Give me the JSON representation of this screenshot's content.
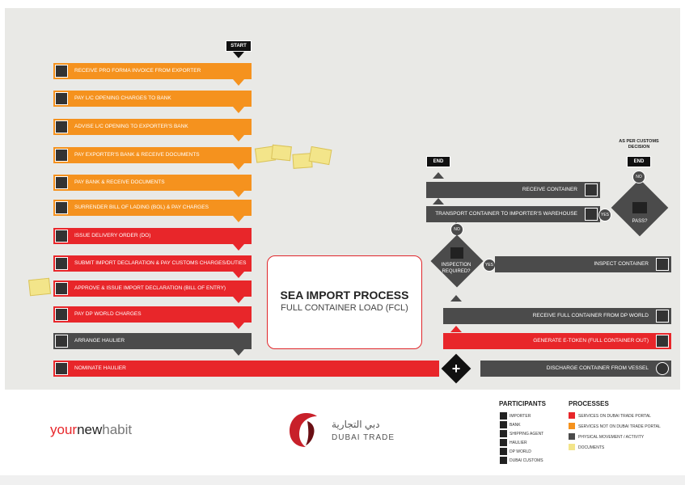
{
  "diagram": {
    "title": "SEA IMPORT PROCESS",
    "subtitle": "FULL CONTAINER LOAD (FCL)",
    "start_label": "START",
    "end_label": "END",
    "customs_decision_label": "AS PER CUSTOMS DECISION",
    "left_steps": [
      {
        "label": "RECEIVE PRO FORMA INVOICE FROM EXPORTER",
        "color": "orange",
        "icon": "importer-icon"
      },
      {
        "label": "PAY L/C OPENING CHARGES TO BANK",
        "color": "orange",
        "icon": "importer-icon"
      },
      {
        "label": "ADVISE L/C OPENING TO EXPORTER'S BANK",
        "color": "orange",
        "icon": "bank-icon"
      },
      {
        "label": "PAY EXPORTER'S BANK & RECEIVE DOCUMENTS",
        "color": "orange",
        "icon": "bank-icon"
      },
      {
        "label": "PAY BANK & RECEIVE DOCUMENTS",
        "color": "orange",
        "icon": "importer-icon"
      },
      {
        "label": "SURRENDER BILL OF LADING (BOL) & PAY CHARGES",
        "color": "orange",
        "icon": "importer-icon"
      },
      {
        "label": "ISSUE DELIVERY ORDER (DO)",
        "color": "red",
        "icon": "shipping-agent-icon"
      },
      {
        "label": "SUBMIT IMPORT DECLARATION & PAY CUSTOMS CHARGES/DUTIES",
        "color": "red",
        "icon": "importer-icon"
      },
      {
        "label": "APPROVE & ISSUE IMPORT DECLARATION (BILL OF ENTRY)",
        "color": "red",
        "icon": "dubai-customs-icon"
      },
      {
        "label": "PAY DP WORLD CHARGES",
        "color": "red",
        "icon": "importer-icon"
      },
      {
        "label": "ARRANGE HAULIER",
        "color": "gray",
        "icon": "importer-icon"
      },
      {
        "label": "NOMINATE HAULIER",
        "color": "red",
        "icon": "importer-icon"
      }
    ],
    "right_steps": {
      "receive_container": "RECEIVE CONTAINER",
      "transport_container": "TRANSPORT CONTAINER TO IMPORTER'S WAREHOUSE",
      "inspect_container": "INSPECT CONTAINER",
      "receive_full_container": "RECEIVE FULL CONTAINER FROM DP WORLD",
      "generate_etoken": "GENERATE E-TOKEN (FULL CONTAINER OUT)",
      "discharge_container": "DISCHARGE CONTAINER FROM VESSEL"
    },
    "decisions": {
      "inspection": "INSPECTION REQUIRED?",
      "pass": "PASS?",
      "yes": "YES",
      "no": "NO"
    }
  },
  "footer": {
    "brand_left": {
      "part1": "your",
      "part2": "new",
      "part3": "habit"
    },
    "dubai_trade_arabic": "دبي التجارية",
    "dubai_trade": "DUBAI TRADE",
    "participants_title": "PARTICIPANTS",
    "participants": [
      "IMPORTER",
      "BANK",
      "SHIPPING AGENT",
      "HAULIER",
      "DP WORLD",
      "DUBAI CUSTOMS"
    ],
    "processes_title": "PROCESSES",
    "processes": [
      {
        "label": "SERVICES ON DUBAI TRADE PORTAL",
        "color": "#e8262a"
      },
      {
        "label": "SERVICES NOT ON DUBAI TRADE PORTAL",
        "color": "#f5921e"
      },
      {
        "label": "PHYSICAL MOVEMENT / ACTIVITY",
        "color": "#4b4b4b"
      },
      {
        "label": "DOCUMENTS",
        "color": "#f3e58a"
      }
    ]
  },
  "colors": {
    "orange": "#f5921e",
    "red": "#e8262a",
    "gray": "#4b4b4b",
    "note": "#f3e58a"
  }
}
